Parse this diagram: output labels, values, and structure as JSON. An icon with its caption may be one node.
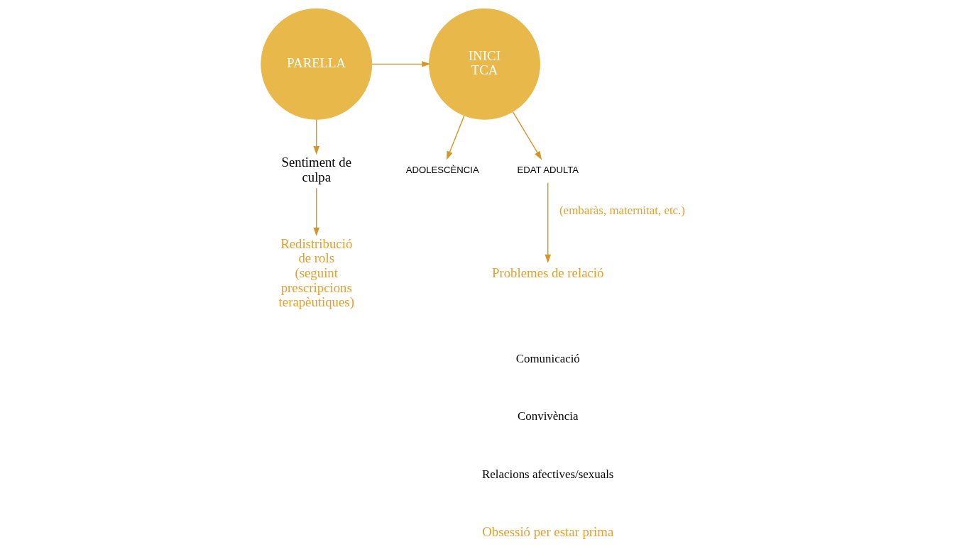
{
  "diagram": {
    "nodes": [
      {
        "text": [
          "PARELLA"
        ]
      },
      {
        "text": [
          "INICI TCA"
        ]
      },
      {
        "text": [
          "ADOLESCÈNCIA"
        ]
      },
      {
        "text": [
          "EDAT ADULTA"
        ]
      },
      {
        "text": [
          "Sentiment de culpa"
        ]
      },
      {
        "text": [
          "Redistribució de rols (seguint prescripcions terapèutiques)"
        ]
      },
      {
        "text": [
          "Problemes de relació"
        ]
      }
    ],
    "edges": [
      {
        "from": 0,
        "to": 1,
        "arrow": "to"
      },
      {
        "from": 1,
        "to": 2,
        "arrow": "to"
      },
      {
        "from": 1,
        "to": 3,
        "arrow": "to"
      },
      {
        "from": 0,
        "to": 4,
        "arrow": "to"
      },
      {
        "from": 4,
        "to": 5,
        "arrow": "to"
      },
      {
        "from": 3,
        "to": 6,
        "arrow": "to",
        "label": "(embaràs, maternitat, etc.)"
      }
    ],
    "labels": [
      "Comunicació",
      "Convivència",
      "Relacions afectives/sexuals",
      "Obsessió per estar prima"
    ]
  }
}
